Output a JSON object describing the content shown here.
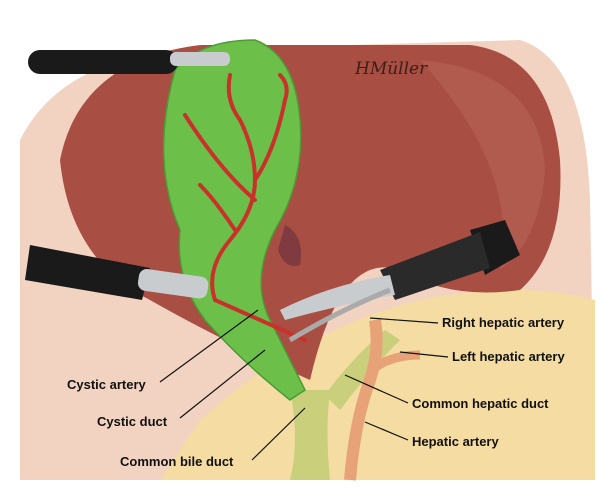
{
  "signature": "HMüller",
  "labels": {
    "right_hepatic_artery": "Right hepatic artery",
    "left_hepatic_artery": "Left hepatic artery",
    "common_hepatic_duct": "Common hepatic duct",
    "hepatic_artery": "Hepatic artery",
    "cystic_artery": "Cystic artery",
    "cystic_duct": "Cystic duct",
    "common_bile_duct": "Common bile duct"
  },
  "colors": {
    "liver": "#a84e42",
    "gallbladder": "#6cc04a",
    "artery": "#c8322a",
    "fat": "#f4dca2",
    "tissue": "#f2d3c2",
    "duct": "#c9cf7a"
  }
}
